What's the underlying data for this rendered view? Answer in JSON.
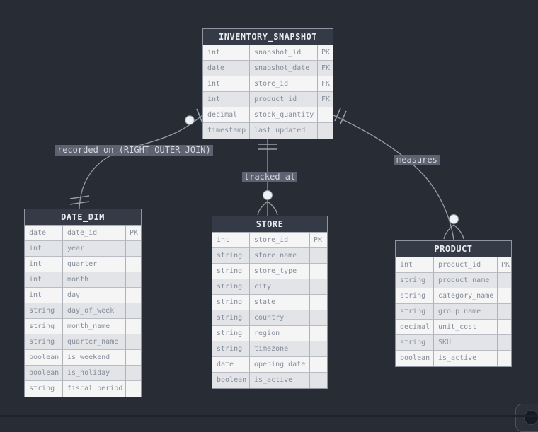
{
  "diagram": {
    "kind": "entity-relationship-diagram",
    "background": "#282c34"
  },
  "tables": [
    {
      "name": "INVENTORY_SNAPSHOT",
      "attributes": [
        [
          "int",
          "snapshot_id",
          "PK"
        ],
        [
          "date",
          "snapshot_date",
          "FK"
        ],
        [
          "int",
          "store_id",
          "FK"
        ],
        [
          "int",
          "product_id",
          "FK"
        ],
        [
          "decimal",
          "stock_quantity",
          ""
        ],
        [
          "timestamp",
          "last_updated",
          ""
        ]
      ]
    },
    {
      "name": "DATE_DIM",
      "attributes": [
        [
          "date",
          "date_id",
          "PK"
        ],
        [
          "int",
          "year",
          ""
        ],
        [
          "int",
          "quarter",
          ""
        ],
        [
          "int",
          "month",
          ""
        ],
        [
          "int",
          "day",
          ""
        ],
        [
          "string",
          "day_of_week",
          ""
        ],
        [
          "string",
          "month_name",
          ""
        ],
        [
          "string",
          "quarter_name",
          ""
        ],
        [
          "boolean",
          "is_weekend",
          ""
        ],
        [
          "boolean",
          "is_holiday",
          ""
        ],
        [
          "string",
          "fiscal_period",
          ""
        ]
      ]
    },
    {
      "name": "STORE",
      "attributes": [
        [
          "int",
          "store_id",
          "PK"
        ],
        [
          "string",
          "store_name",
          ""
        ],
        [
          "string",
          "store_type",
          ""
        ],
        [
          "string",
          "city",
          ""
        ],
        [
          "string",
          "state",
          ""
        ],
        [
          "string",
          "country",
          ""
        ],
        [
          "string",
          "region",
          ""
        ],
        [
          "string",
          "timezone",
          ""
        ],
        [
          "date",
          "opening_date",
          ""
        ],
        [
          "boolean",
          "is_active",
          ""
        ]
      ]
    },
    {
      "name": "PRODUCT",
      "attributes": [
        [
          "int",
          "product_id",
          "PK"
        ],
        [
          "string",
          "product_name",
          ""
        ],
        [
          "string",
          "category_name",
          ""
        ],
        [
          "string",
          "group_name",
          ""
        ],
        [
          "decimal",
          "unit_cost",
          ""
        ],
        [
          "string",
          "SKU",
          ""
        ],
        [
          "boolean",
          "is_active",
          ""
        ]
      ]
    }
  ],
  "relationships": [
    {
      "label": "recorded on (RIGHT OUTER JOIN)",
      "from": "DATE_DIM",
      "to": "INVENTORY_SNAPSHOT",
      "from_cardinality": "exactly-one",
      "to_cardinality": "zero-or-one"
    },
    {
      "label": "tracked at",
      "from": "INVENTORY_SNAPSHOT",
      "to": "STORE",
      "from_cardinality": "exactly-one",
      "to_cardinality": "zero-or-many"
    },
    {
      "label": "measures",
      "from": "INVENTORY_SNAPSHOT",
      "to": "PRODUCT",
      "from_cardinality": "exactly-one",
      "to_cardinality": "zero-or-many"
    }
  ],
  "colors": {
    "background": "#282c34",
    "table_header_bg": "#343b47",
    "table_header_text": "#e8eaee",
    "row_odd_bg": "#f5f5f6",
    "row_even_bg": "#e3e4e7",
    "row_text": "#868e9b",
    "table_border": "#8f95a0",
    "edge_line": "#979da6",
    "edge_circle_fill": "#eef1f5",
    "label_bg": "#636a78",
    "label_text": "#d3d7de"
  },
  "floating_button": {
    "icon": "circle-icon"
  }
}
